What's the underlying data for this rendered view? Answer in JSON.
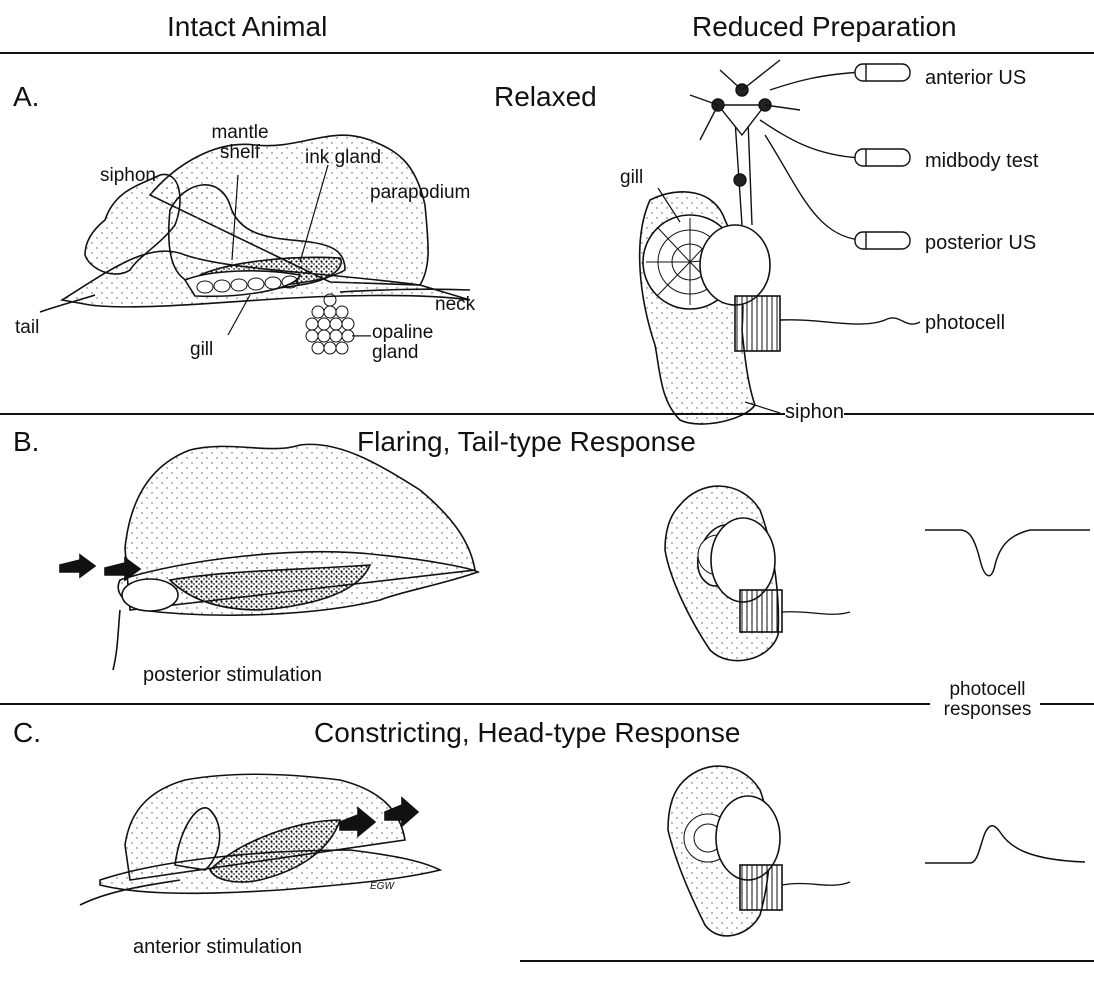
{
  "header": {
    "left": "Intact Animal",
    "right": "Reduced Preparation"
  },
  "panelA": {
    "letter": "A.",
    "title": "Relaxed",
    "intact": {
      "siphon": "siphon",
      "mantle_shelf_l1": "mantle",
      "mantle_shelf_l2": "shelf",
      "ink_gland": "ink gland",
      "parapodium": "parapodium",
      "neck": "neck",
      "tail": "tail",
      "gill": "gill",
      "opaline_dash": "—",
      "opaline_l1": "opaline",
      "opaline_l2": "gland"
    },
    "reduced": {
      "gill": "gill",
      "anterior": "anterior US",
      "midbody": "midbody test",
      "posterior": "posterior US",
      "photocell": "photocell",
      "siphon": "siphon"
    }
  },
  "panelB": {
    "letter": "B.",
    "title": "Flaring, Tail-type Response",
    "caption": "posterior stimulation"
  },
  "photocell_responses": {
    "l1": "photocell",
    "l2": "responses"
  },
  "panelC": {
    "letter": "C.",
    "title": "Constricting, Head-type Response",
    "caption": "anterior stimulation",
    "signature": "EGW"
  }
}
